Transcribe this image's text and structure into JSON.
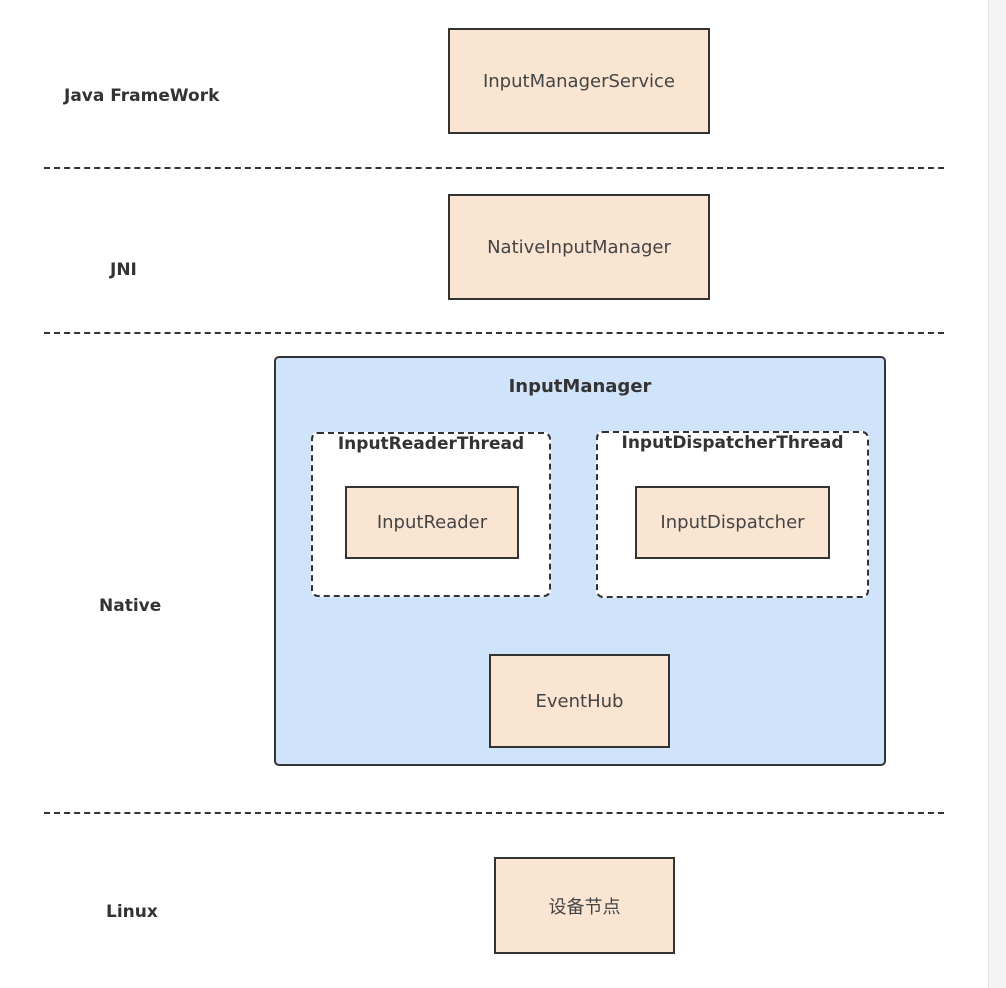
{
  "layers": {
    "java_framework": "Java FrameWork",
    "jni": "JNI",
    "native": "Native",
    "linux": "Linux"
  },
  "components": {
    "input_manager_service": "InputManagerService",
    "native_input_manager": "NativeInputManager",
    "input_manager": "InputManager",
    "input_reader_thread": "InputReaderThread",
    "input_reader": "InputReader",
    "input_dispatcher_thread": "InputDispatcherThread",
    "input_dispatcher": "InputDispatcher",
    "event_hub": "EventHub",
    "device_node": "设备节点"
  },
  "colors": {
    "component_fill": "#fae5d3",
    "container_fill": "#cfe3fb",
    "thread_fill": "#ffffff",
    "border": "#333333"
  }
}
